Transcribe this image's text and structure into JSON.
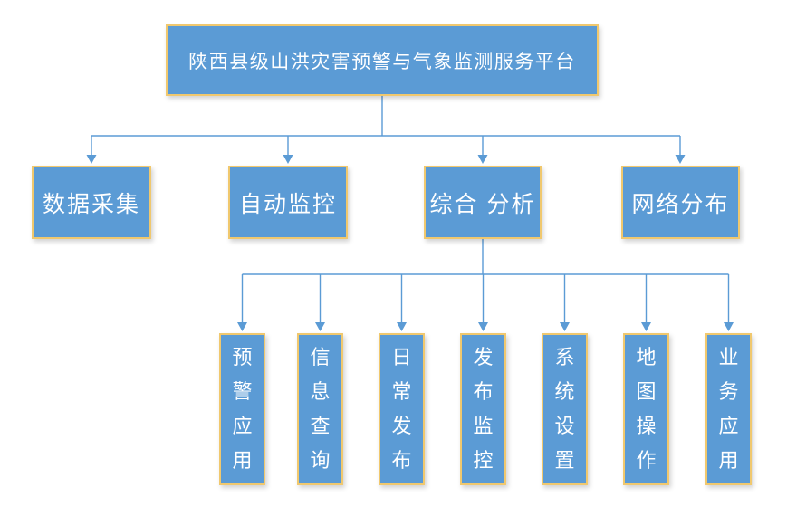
{
  "diagram": {
    "root": {
      "label": "陕西县级山洪灾害预警与气象监测服务平台"
    },
    "level2": [
      {
        "label": "数据采集"
      },
      {
        "label": "自动监控"
      },
      {
        "label": "综合 分析"
      },
      {
        "label": "网络分布"
      }
    ],
    "level3": [
      {
        "label": "预警应用"
      },
      {
        "label": "信息查询"
      },
      {
        "label": "日常发布"
      },
      {
        "label": "发布监控"
      },
      {
        "label": "系统设置"
      },
      {
        "label": "地图操作"
      },
      {
        "label": "业务应用"
      }
    ],
    "colors": {
      "box_fill": "#5B9BD5",
      "box_border": "#F0C86E",
      "connector": "#5B9BD5",
      "text": "#FFFFFF",
      "background": "#FFFFFF"
    }
  }
}
